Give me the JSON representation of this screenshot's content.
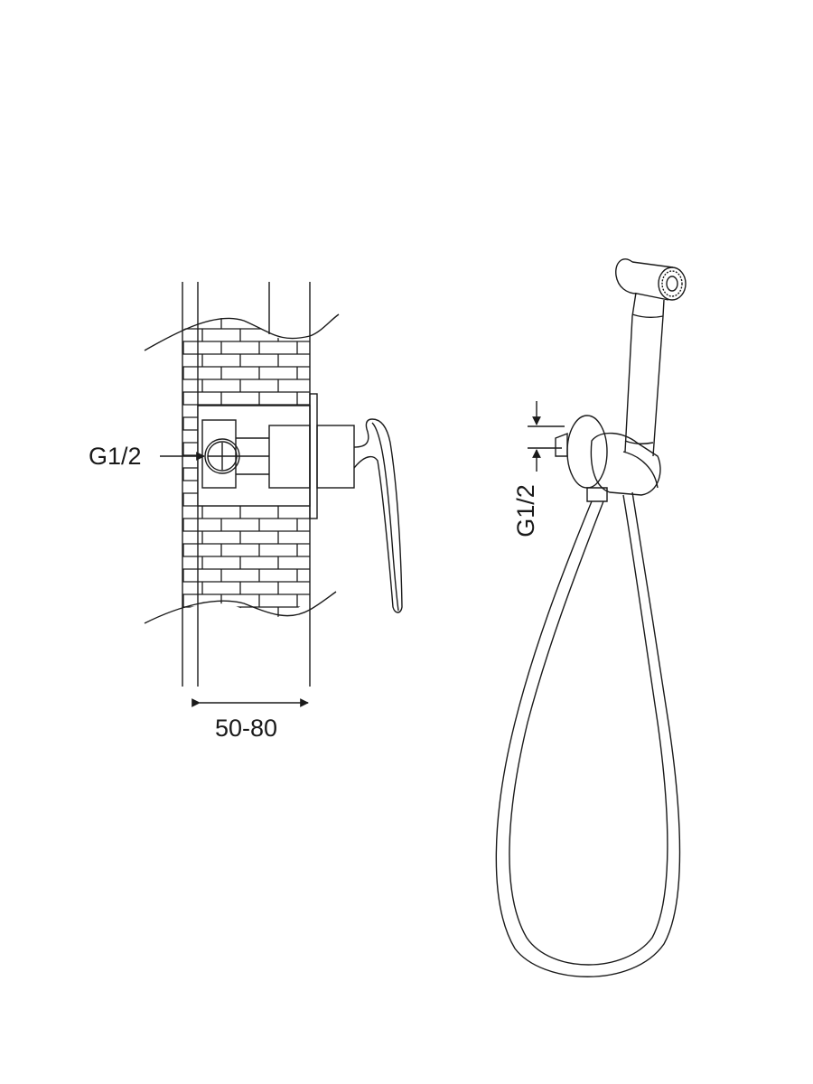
{
  "diagram": {
    "left_view": {
      "inlet_label": "G1/2",
      "wall_thickness_label": "50-80"
    },
    "right_view": {
      "inlet_label": "G1/2"
    },
    "colors": {
      "line": "#1a1a1a",
      "background": "#ffffff"
    }
  }
}
